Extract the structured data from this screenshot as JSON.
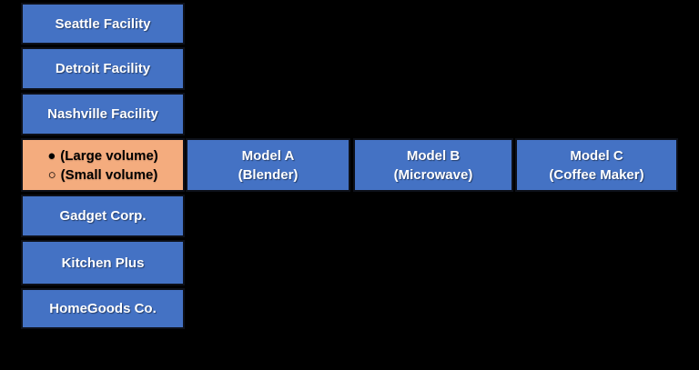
{
  "colors": {
    "background": "#000000",
    "cell_blue": "#4472C4",
    "cell_orange": "#F4AC7E",
    "cell_border": "#0d1019",
    "text_on_blue": "#FFFFFF",
    "text_on_orange": "#000000"
  },
  "facilities": [
    {
      "label": "Seattle Facility"
    },
    {
      "label": "Detroit Facility"
    },
    {
      "label": "Nashville Facility"
    }
  ],
  "companies": [
    {
      "label": "Gadget Corp."
    },
    {
      "label": "Kitchen Plus"
    },
    {
      "label": "HomeGoods Co."
    }
  ],
  "models": [
    {
      "name": "Model A",
      "product": "(Blender)"
    },
    {
      "name": "Model B",
      "product": "(Microwave)"
    },
    {
      "name": "Model C",
      "product": "(Coffee Maker)"
    }
  ],
  "legend": {
    "large_marker": "●",
    "large_label": "(Large volume)",
    "small_marker": "○",
    "small_label": "(Small volume)"
  }
}
